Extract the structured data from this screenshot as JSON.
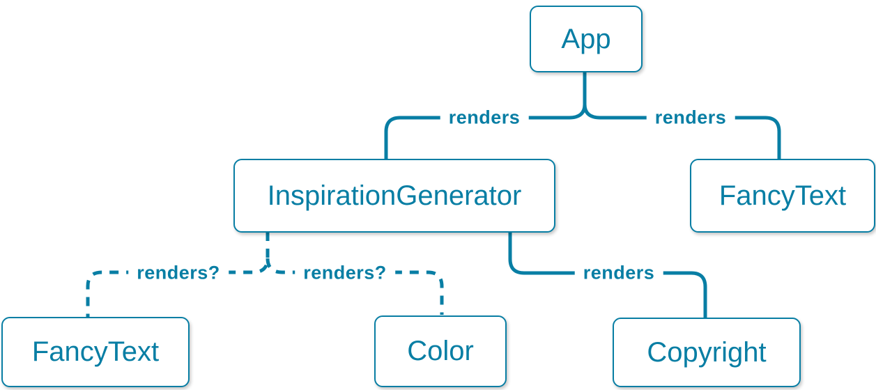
{
  "colors": {
    "accent": "#087ea4",
    "node_background": "#ffffff"
  },
  "nodes": [
    {
      "id": "app",
      "label": "App"
    },
    {
      "id": "inspiration-generator",
      "label": "InspirationGenerator"
    },
    {
      "id": "fancy-text-top",
      "label": "FancyText"
    },
    {
      "id": "fancy-text-bottom",
      "label": "FancyText"
    },
    {
      "id": "color",
      "label": "Color"
    },
    {
      "id": "copyright",
      "label": "Copyright"
    }
  ],
  "edges": [
    {
      "from": "App",
      "to": "InspirationGenerator",
      "label": "renders",
      "style": "solid"
    },
    {
      "from": "App",
      "to": "FancyText",
      "label": "renders",
      "style": "solid"
    },
    {
      "from": "InspirationGenerator",
      "to": "FancyText",
      "label": "renders?",
      "style": "dashed"
    },
    {
      "from": "InspirationGenerator",
      "to": "Color",
      "label": "renders?",
      "style": "dashed"
    },
    {
      "from": "InspirationGenerator",
      "to": "Copyright",
      "label": "renders",
      "style": "solid"
    }
  ]
}
